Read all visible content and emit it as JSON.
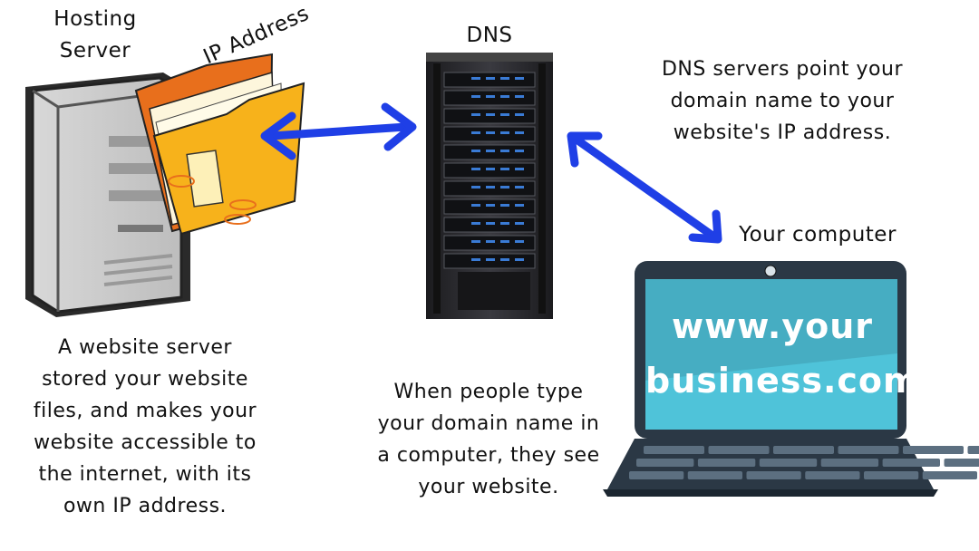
{
  "labels": {
    "hosting_server": "Hosting Server",
    "ip_address": "IP Address",
    "dns": "DNS",
    "your_computer": "Your computer"
  },
  "descriptions": {
    "dns_servers": "DNS servers point your domain name to your website's IP address.",
    "website_server": "A website server stored your website files, and makes your website accessible to the internet, with its own IP address.",
    "people_type": "When people type your domain name in a computer, they see your website."
  },
  "screen": {
    "line1": "www.your",
    "line2": "business.com"
  },
  "icons": [
    "tower-server-icon",
    "folder-icon",
    "server-rack-icon",
    "laptop-icon",
    "double-arrow-icon"
  ],
  "colors": {
    "arrow": "#1f3fe6",
    "folder": "#f5a623",
    "screen": "#4fc3d9",
    "rack": "#2a2a2e"
  }
}
